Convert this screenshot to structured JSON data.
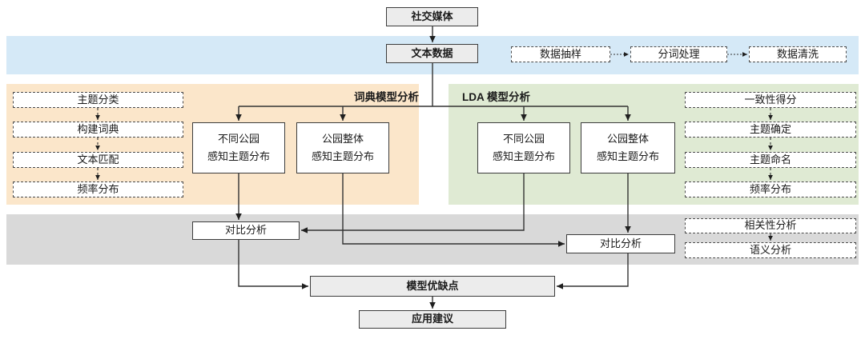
{
  "colors": {
    "blue_band": "#d5e9f7",
    "orange_band": "#fbe6ca",
    "green_band": "#dfead3",
    "gray_band": "#d9d9d9",
    "node_gray_fill": "#ececec",
    "line": "#333333"
  },
  "top": {
    "social_media": "社交媒体",
    "text_data": "文本数据"
  },
  "preprocess": {
    "sampling": "数据抽样",
    "segmentation": "分词处理",
    "cleaning": "数据清洗"
  },
  "dict_model": {
    "label": "词典模型分析",
    "steps": [
      "主题分类",
      "构建词典",
      "文本匹配",
      "频率分布"
    ],
    "diff_parks": "不同公园\n感知主题分布",
    "whole_park": "公园整体\n感知主题分布"
  },
  "lda_model": {
    "label": "LDA 模型分析",
    "steps": [
      "一致性得分",
      "主题确定",
      "主题命名",
      "频率分布"
    ],
    "diff_parks": "不同公园\n感知主题分布",
    "whole_park": "公园整体\n感知主题分布"
  },
  "analysis": {
    "compare_left": "对比分析",
    "compare_right": "对比分析",
    "correlation": "相关性分析",
    "semantic": "语义分析"
  },
  "conclusion": {
    "pros_cons": "模型优缺点",
    "suggestion": "应用建议"
  }
}
